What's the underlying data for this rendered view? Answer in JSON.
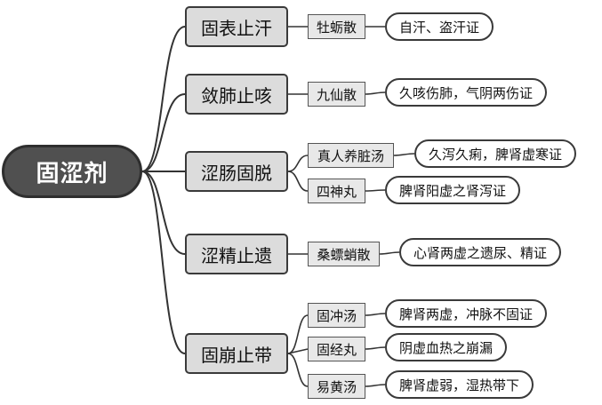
{
  "root": {
    "label": "固涩剂"
  },
  "categories": [
    {
      "label": "固表止汗",
      "formulas": [
        {
          "name": "牡蛎散",
          "indication": "自汗、盗汗证"
        }
      ]
    },
    {
      "label": "敛肺止咳",
      "formulas": [
        {
          "name": "九仙散",
          "indication": "久咳伤肺，气阴两伤证"
        }
      ]
    },
    {
      "label": "涩肠固脱",
      "formulas": [
        {
          "name": "真人养脏汤",
          "indication": "久泻久痢，脾肾虚寒证"
        },
        {
          "name": "四神丸",
          "indication": "脾肾阳虚之肾泻证"
        }
      ]
    },
    {
      "label": "涩精止遗",
      "formulas": [
        {
          "name": "桑螵蛸散",
          "indication": "心肾两虚之遗尿、精证"
        }
      ]
    },
    {
      "label": "固崩止带",
      "formulas": [
        {
          "name": "固冲汤",
          "indication": "脾肾两虚，冲脉不固证"
        },
        {
          "name": "固经丸",
          "indication": "阴虚血热之崩漏"
        },
        {
          "name": "易黄汤",
          "indication": "脾肾虚弱，湿热带下"
        }
      ]
    }
  ]
}
